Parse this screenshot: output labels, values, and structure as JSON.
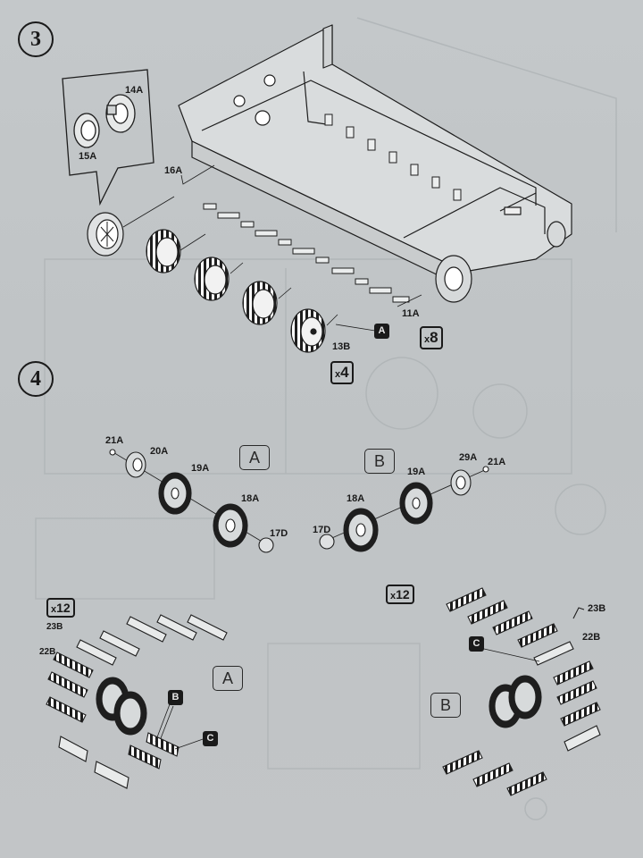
{
  "steps": {
    "s3": "3",
    "s4": "4"
  },
  "multipliers": {
    "x8": "8",
    "x4": "4",
    "x12_left": "12",
    "x12_mid": "12",
    "x_prefix": "x"
  },
  "variants": {
    "a": "A",
    "b": "B"
  },
  "callouts": {
    "a": "A",
    "b": "B",
    "c": "C"
  },
  "parts": {
    "p14a": "14A",
    "p15a": "15A",
    "p16a": "16A",
    "p11a": "11A",
    "p13b": "13B",
    "p21a": "21A",
    "p20a": "20A",
    "p19a": "19A",
    "p18a": "18A",
    "p17d": "17D",
    "p29a": "29A",
    "p23b": "23B",
    "p22b": "22B"
  }
}
